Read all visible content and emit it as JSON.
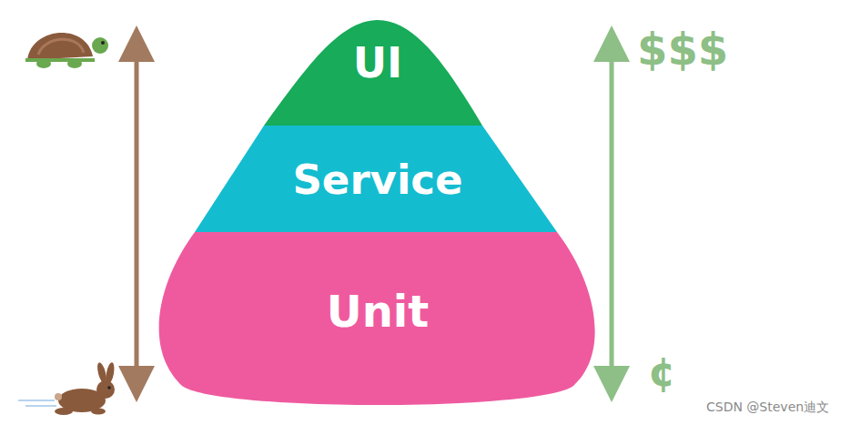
{
  "diagram": {
    "nodes": [
      {
        "text": [
          "UI"
        ]
      },
      {
        "text": [
          "Service"
        ]
      },
      {
        "text": [
          "Unit"
        ]
      }
    ],
    "labels": [
      "$$$",
      "¢",
      "CSDN @Steven迪文"
    ]
  }
}
